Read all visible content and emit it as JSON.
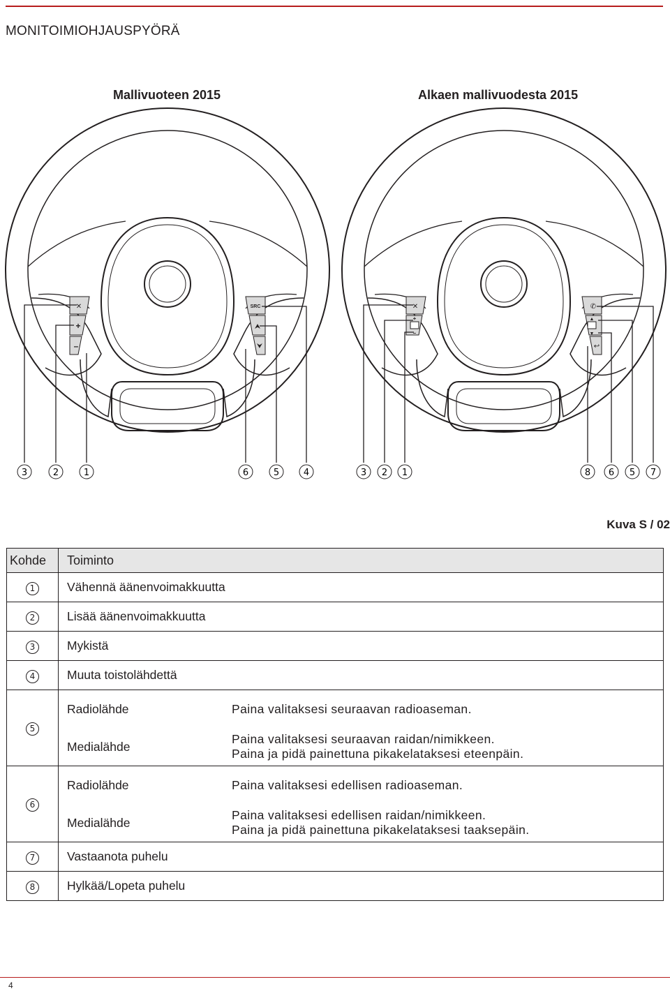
{
  "page": {
    "heading": "MONITOIMIOHJAUSPYÖRÄ",
    "page_number": "4",
    "accent_color": "#b71c1c"
  },
  "figure": {
    "left_title": "Mallivuoteen 2015",
    "right_title": "Alkaen mallivuodesta 2015",
    "caption": "Kuva S / 02",
    "button_src_label": "SRC",
    "left_callouts": [
      "3",
      "2",
      "1",
      "6",
      "5",
      "4"
    ],
    "right_callouts": [
      "3",
      "2",
      "1",
      "8",
      "6",
      "5",
      "7"
    ]
  },
  "table": {
    "headers": {
      "item": "Kohde",
      "function": "Toiminto"
    },
    "rows": [
      {
        "num": "1",
        "function": "Vähennä äänenvoimakkuutta"
      },
      {
        "num": "2",
        "function": "Lisää äänenvoimakkuutta"
      },
      {
        "num": "3",
        "function": "Mykistä"
      },
      {
        "num": "4",
        "function": "Muuta toistolähdettä"
      },
      {
        "num": "5",
        "sub": [
          {
            "source": "Radiolähde",
            "lines": [
              "Paina valitaksesi seuraavan radioaseman."
            ]
          },
          {
            "source": "Medialähde",
            "lines": [
              "Paina valitaksesi seuraavan raidan/nimikkeen.",
              "Paina ja pidä painettuna pikakelataksesi eteenpäin."
            ]
          }
        ]
      },
      {
        "num": "6",
        "sub": [
          {
            "source": "Radiolähde",
            "lines": [
              "Paina valitaksesi edellisen radioaseman."
            ]
          },
          {
            "source": "Medialähde",
            "lines": [
              "Paina valitaksesi edellisen raidan/nimikkeen.",
              "Paina ja pidä painettuna pikakelataksesi taaksepäin."
            ]
          }
        ]
      },
      {
        "num": "7",
        "function": "Vastaanota puhelu"
      },
      {
        "num": "8",
        "function": "Hylkää/Lopeta puhelu"
      }
    ]
  }
}
